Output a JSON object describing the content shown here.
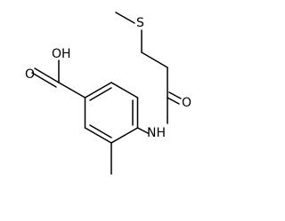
{
  "molecule": {
    "atom_labels": {
      "hydroxyl": "OH",
      "carbonyl_o_acid": "O",
      "amide_n": "NH",
      "carbonyl_o_amide": "O",
      "sulfur": "S"
    }
  },
  "colors": {
    "bond": "#000000",
    "label": "#000000",
    "background": "#ffffff"
  }
}
